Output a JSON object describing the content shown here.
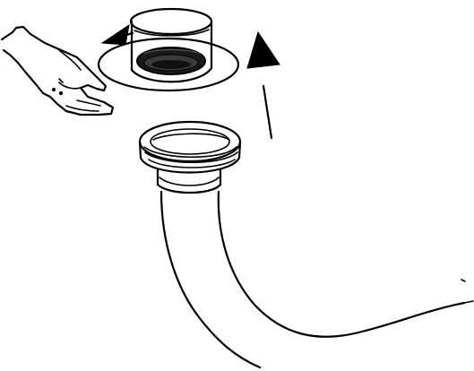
{
  "figure": {
    "kind": "instruction illustration",
    "parts": [
      "hand-icon",
      "hose-nut-cap",
      "rotation-arrow-icon",
      "lift-arrow-icon",
      "hose-fitting",
      "hose"
    ],
    "colors": {
      "line": "#000000",
      "background": "#ffffff"
    }
  }
}
